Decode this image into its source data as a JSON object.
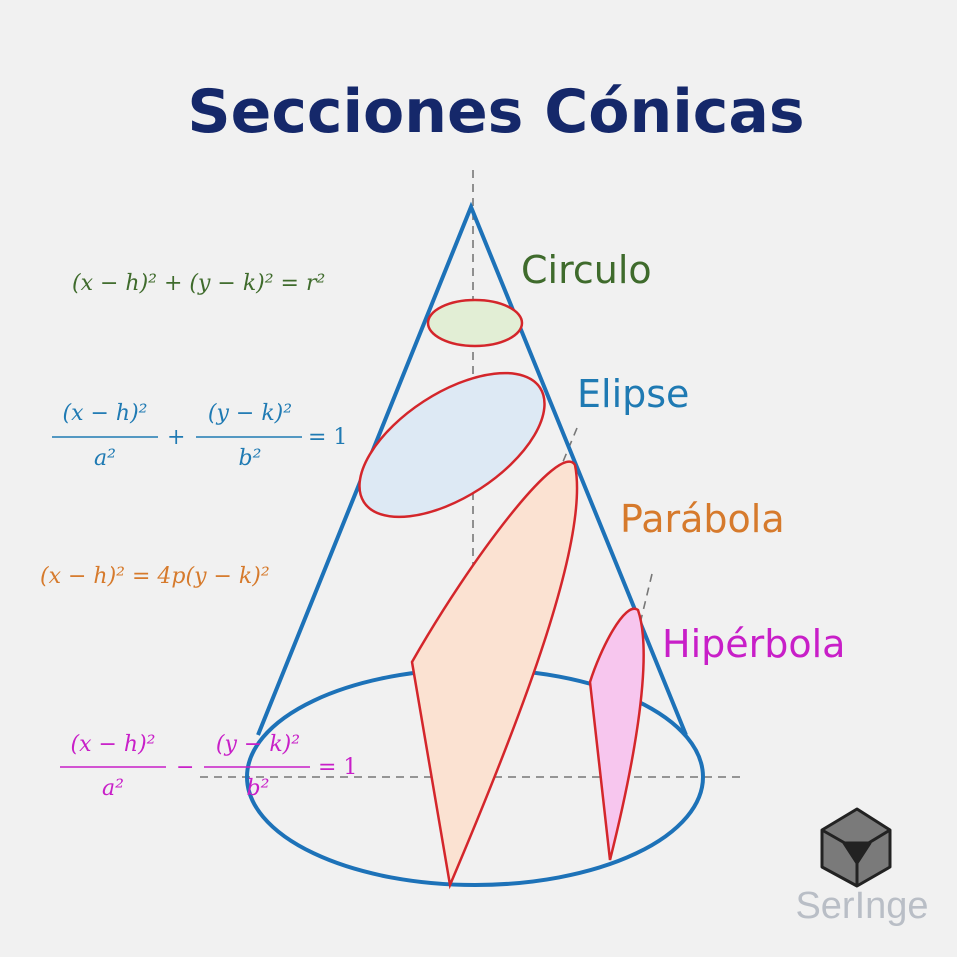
{
  "title": "Secciones Cónicas",
  "sections": [
    {
      "name": "Circulo",
      "color": "#3f6b2c",
      "equation": "(x − h)² + (y − k)² = r²"
    },
    {
      "name": "Elipse",
      "color": "#1f7ab3",
      "numerator1": "(x − h)²",
      "denominator1": "a²",
      "operator": "+",
      "numerator2": "(y − k)²",
      "denominator2": "b²",
      "rhs": "= 1"
    },
    {
      "name": "Parábola",
      "color": "#d67a2c",
      "equation": "(x − h)² = 4p(y − k)²"
    },
    {
      "name": "Hipérbola",
      "color": "#c81fc8",
      "numerator1": "(x − h)²",
      "denominator1": "a²",
      "operator": "−",
      "numerator2": "(y − k)²",
      "denominator2": "b²",
      "rhs": "= 1"
    }
  ],
  "colors": {
    "cone": "#1d72b8",
    "section_stroke": "#d4262b",
    "title": "#15286a"
  },
  "logo": {
    "text": "SerInge"
  }
}
